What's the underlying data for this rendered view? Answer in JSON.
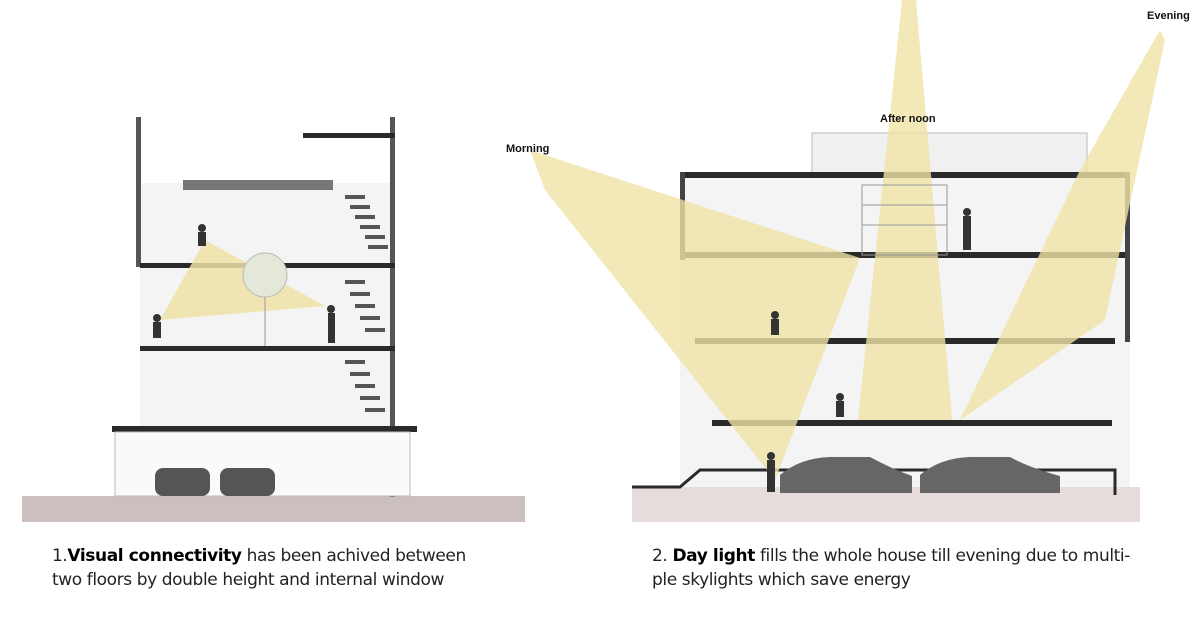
{
  "colors": {
    "light_beam": "#efe2a6",
    "slab": "#2a2a2a",
    "ground": "#cbbfbf",
    "wall_fill": "#f2f2f2"
  },
  "left_section": {
    "caption_number": "1.",
    "caption_bold": "Visual connectivity",
    "caption_rest": " has been achived between",
    "caption_line2": "two floors by double height and internal window"
  },
  "right_section": {
    "labels": {
      "morning": "Morning",
      "afternoon": "After noon",
      "evening": "Evening"
    },
    "caption_number": "2. ",
    "caption_bold": "Day light",
    "caption_rest": " fills the whole house till evening due to multi-",
    "caption_line2": "ple skylights which save energy"
  }
}
